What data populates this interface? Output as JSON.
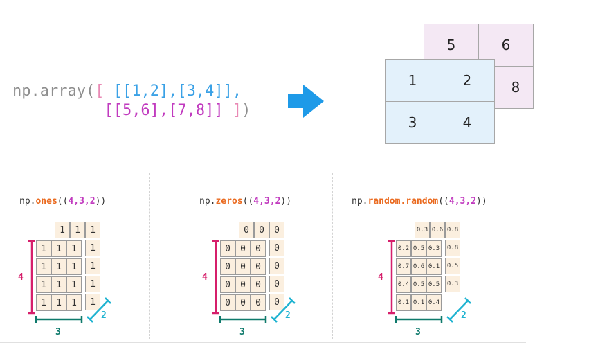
{
  "top": {
    "code_line1_prefix": "np.array(",
    "code_line1_bracket": "[",
    "code_line1_rest": " [[1,2],[3,4]],",
    "code_line2": "[[5,6],[7,8]]",
    "code_line2_bracket": " ]",
    "code_line2_close": ")",
    "back_values": [
      "5",
      "6",
      "",
      "8"
    ],
    "front_values": [
      "1",
      "2",
      "3",
      "4"
    ]
  },
  "panels": [
    {
      "label_prefix": "np.",
      "label_fn": "ones",
      "label_open": "((",
      "label_args": "4,3,2",
      "label_close": "))",
      "back_values": [
        "1",
        "1",
        "1",
        "1",
        "1",
        "1",
        "1"
      ],
      "front_values": [
        "1",
        "1",
        "1",
        "1",
        "1",
        "1",
        "1",
        "1",
        "1",
        "1",
        "1",
        "1"
      ],
      "dim_height": "4",
      "dim_width": "3",
      "dim_depth": "2"
    },
    {
      "label_prefix": "np.",
      "label_fn": "zeros",
      "label_open": "((",
      "label_args": "4,3,2",
      "label_close": "))",
      "back_values": [
        "0",
        "0",
        "0",
        "0",
        "0",
        "0",
        "0"
      ],
      "front_values": [
        "0",
        "0",
        "0",
        "0",
        "0",
        "0",
        "0",
        "0",
        "0",
        "0",
        "0",
        "0"
      ],
      "dim_height": "4",
      "dim_width": "3",
      "dim_depth": "2"
    },
    {
      "label_prefix": "np.",
      "label_fn": "random.random",
      "label_open": "((",
      "label_args": "4,3,2",
      "label_close": "))",
      "back_values": [
        "0.3",
        "0.6",
        "0.8",
        "0.8",
        "0.5",
        "0.3"
      ],
      "front_values": [
        "0.2",
        "0.5",
        "0.3",
        "0.7",
        "0.6",
        "0.1",
        "0.4",
        "0.5",
        "0.5",
        "0.1",
        "0.1",
        "0.4"
      ],
      "dim_height": "4",
      "dim_width": "3",
      "dim_depth": "2"
    }
  ],
  "colors": {
    "blue": "#3aa1e6",
    "purple": "#c13bbf",
    "pink": "#d61f6b",
    "teal": "#0f7a6c",
    "cyan": "#1fb3d1",
    "orange": "#ea6a1f",
    "cell_back": "#f4e8f4",
    "cell_front": "#e3f1fb",
    "cube": "#fbefdf"
  },
  "icons": {
    "arrow": "right-arrow-icon"
  }
}
